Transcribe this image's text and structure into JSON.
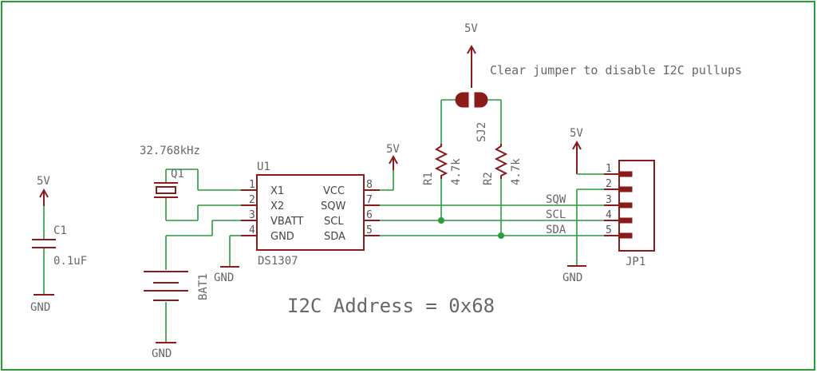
{
  "labels": {
    "c1_supply": "5V",
    "c1_name": "C1",
    "c1_value": "0.1uF",
    "c1_gnd": "GND",
    "crystal_freq": "32.768kHz",
    "q1_name": "Q1",
    "bat_name": "BAT1",
    "bat_gnd": "GND",
    "u1_name": "U1",
    "u1_part": "DS1307",
    "u1_gnd": "GND",
    "u1_supply": "5V",
    "pullup_supply": "5V",
    "note": "Clear jumper to disable I2C pullups",
    "sj2_name": "SJ2",
    "r1_name": "R1",
    "r1_value": "4.7k",
    "r2_name": "R2",
    "r2_value": "4.7k",
    "jp_supply": "5V",
    "jp_name": "JP1",
    "jp_gnd": "GND",
    "net_sqw": "SQW",
    "net_scl": "SCL",
    "net_sda": "SDA",
    "i2c_address": "I2C Address = 0x68"
  },
  "u1_pins": {
    "left": [
      {
        "num": "1",
        "name": "X1"
      },
      {
        "num": "2",
        "name": "X2"
      },
      {
        "num": "3",
        "name": "VBATT"
      },
      {
        "num": "4",
        "name": "GND"
      }
    ],
    "right": [
      {
        "num": "8",
        "name": "VCC"
      },
      {
        "num": "7",
        "name": "SQW"
      },
      {
        "num": "6",
        "name": "SCL"
      },
      {
        "num": "5",
        "name": "SDA"
      }
    ]
  },
  "jp1_pins": [
    "1",
    "2",
    "3",
    "4",
    "5"
  ],
  "colors": {
    "wire": "#2a9c3a",
    "part": "#8b1a1a",
    "text": "#666666"
  }
}
